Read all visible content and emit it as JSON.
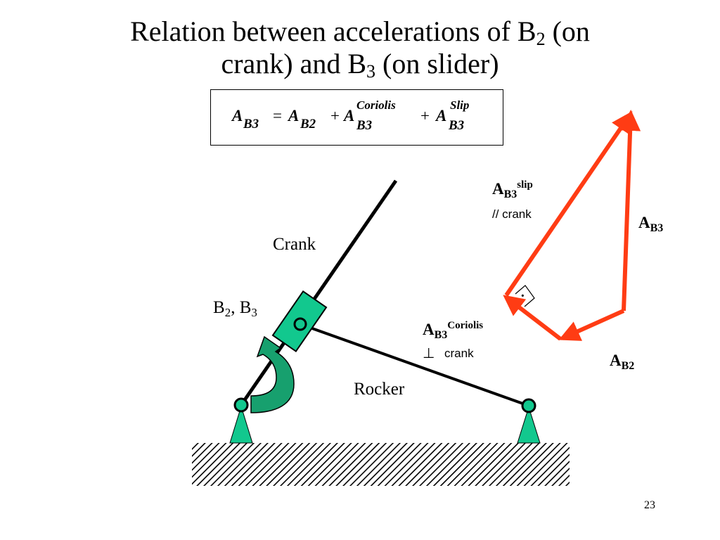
{
  "slide": {
    "title": {
      "part1": "Relation between accelerations of B",
      "sub1": "2",
      "part2": " (on",
      "part3": "crank) and B",
      "sub2": "3",
      "part4": " (on slider)"
    },
    "equation": {
      "lhs_symbol": "A",
      "lhs_sub": "B3",
      "equals": "=",
      "term1_symbol": "A",
      "term1_sub": "B2",
      "plus1": "+",
      "term2_symbol": "A",
      "term2_sub": "B3",
      "term2_sup": "Coriolis",
      "plus2": "+",
      "term3_symbol": "A",
      "term3_sub": "B3",
      "term3_sup": "Slip"
    },
    "mechanism": {
      "crank_label": "Crank",
      "rocker_label": "Rocker",
      "point_label_b": "B",
      "point_label_sub2": "2",
      "point_label_sep": ", B",
      "point_label_sub3": "3"
    },
    "vector_labels": {
      "slip_main": "A",
      "slip_sub": "B3",
      "slip_sup": "slip",
      "slip_note": "// crank",
      "coriolis_main": "A",
      "coriolis_sub": "B3",
      "coriolis_sup": "Coriolis",
      "coriolis_perp": "⊥",
      "coriolis_note": "crank",
      "ab3_main": "A",
      "ab3_sub": "B3",
      "ab2_main": "A",
      "ab2_sub": "B2"
    },
    "right_angle_dot": "·",
    "page_number": "23"
  },
  "colors": {
    "vector_red": "#ff3c14",
    "link_green": "#12c88e",
    "arrow_green": "#17a06e",
    "hatch": "#000000"
  }
}
